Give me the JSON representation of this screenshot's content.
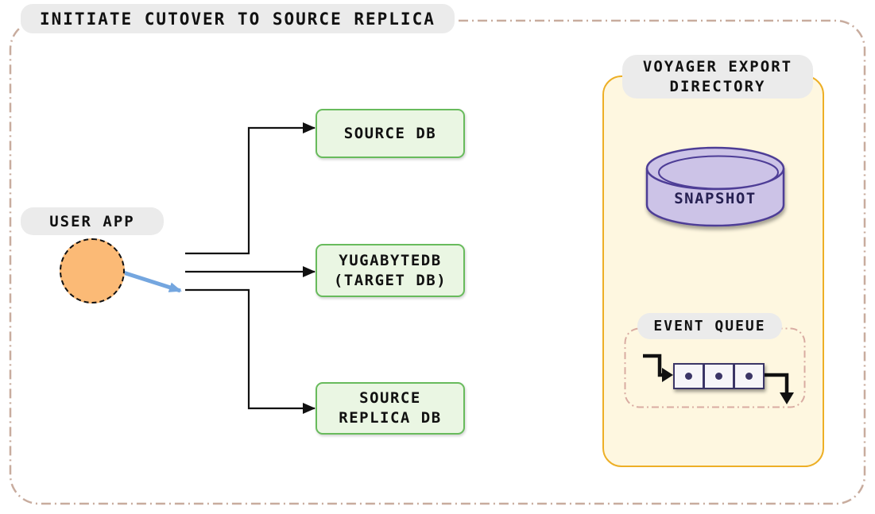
{
  "title": "INITIATE CUTOVER TO SOURCE REPLICA",
  "user_app": {
    "label": "USER APP"
  },
  "databases": [
    {
      "name": "source-db",
      "lines": [
        "SOURCE DB"
      ]
    },
    {
      "name": "yugabytedb-target",
      "lines": [
        "YUGABYTEDB",
        "(TARGET DB)"
      ]
    },
    {
      "name": "source-replica-db",
      "lines": [
        "SOURCE",
        "REPLICA DB"
      ]
    }
  ],
  "connections": [
    {
      "from": "user-app",
      "to": "source-db",
      "style": "black-elbow"
    },
    {
      "from": "user-app",
      "to": "yugabytedb-target",
      "style": "black-straight"
    },
    {
      "from": "user-app",
      "to": "source-replica-db",
      "style": "black-elbow"
    },
    {
      "from": "user-app",
      "to": "source-replica-connection",
      "style": "blue-cutover"
    }
  ],
  "voyager_panel": {
    "title_line1": "VOYAGER EXPORT",
    "title_line2": "DIRECTORY",
    "snapshot_label": "SNAPSHOT",
    "event_queue_label": "EVENT QUEUE",
    "queue_item_count": 3
  },
  "colors": {
    "outer_border": "#C8AC9E",
    "label_pill_bg": "#EBEBEB",
    "text": "#111111",
    "db_box_fill": "#EAF6E3",
    "db_box_border": "#68BB5C",
    "user_app_fill": "#FBBA76",
    "cutover_arrow_blue": "#74A6DF",
    "connector_black": "#111111",
    "panel_fill": "#FEF7E0",
    "panel_border": "#EDAF26",
    "snapshot_fill": "#CCC3E7",
    "snapshot_border": "#4E3D96",
    "snapshot_text": "#262052",
    "queue_box_fill": "#F6F5F9",
    "queue_box_border": "#3B3566",
    "queue_dashed_border": "#D9ACA2"
  }
}
